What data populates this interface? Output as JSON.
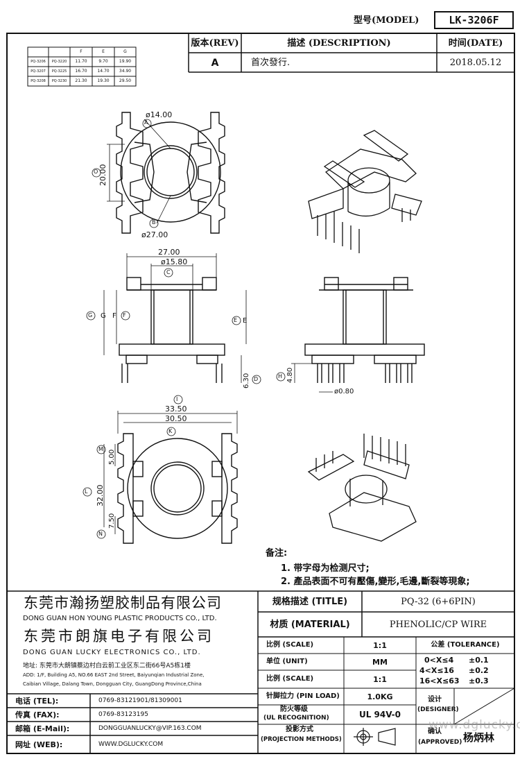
{
  "header": {
    "model_label": "型号(MODEL)",
    "model_value": "LK-3206F"
  },
  "revision": {
    "col_rev": "版本(REV)",
    "col_desc": "描述 (DESCRIPTION)",
    "col_date": "时间(DATE)",
    "rev": "A",
    "desc": "首次發行.",
    "date": "2018.05.12"
  },
  "variant_table": {
    "headers": [
      "",
      "",
      "F",
      "E",
      "G"
    ],
    "rows": [
      [
        "PQ-3206",
        "PQ-3220",
        "11.70",
        "9.70",
        "19.90"
      ],
      [
        "PQ-3207",
        "PQ-3225",
        "16.70",
        "14.70",
        "34.90"
      ],
      [
        "PQ-3208",
        "PQ-3230",
        "21.30",
        "19.30",
        "29.50"
      ]
    ]
  },
  "dimensions": {
    "top_view": {
      "d14": "ø14.00",
      "h20": "20.00",
      "d27": "ø27.00",
      "A": "A",
      "B": "B",
      "O": "O"
    },
    "front_view": {
      "w27": "27.00",
      "d15": "ø15.80",
      "C": "C",
      "G": "G",
      "F": "F",
      "E": "E",
      "g_lbl": "G",
      "f_lbl": "F",
      "e_lbl": "E",
      "d630": "6.30",
      "D": "D"
    },
    "side_view": {
      "h480": "4.80",
      "H": "H",
      "pin": "ø0.80"
    },
    "bottom_view": {
      "w3350": "33.50",
      "w3050": "30.50",
      "I": "I",
      "K": "K",
      "h500": "5.00",
      "M": "M",
      "h3200": "32.00",
      "L": "L",
      "h750": "7.50",
      "N": "N"
    }
  },
  "notes": {
    "title": "备注:",
    "items": [
      "1. 带字母为检测尺寸;",
      "2. 產品表面不可有壓傷,變形,毛邊,斷裂等現象;"
    ]
  },
  "company": {
    "name1_cn": "东莞市瀚扬塑胶制品有限公司",
    "name1_en": "DONG GUAN HON YOUNG PLASTIC PRODUCTS CO., LTD.",
    "name2_cn": "东莞市朗旗电子有限公司",
    "name2_en": "DONG GUAN LUCKY ELECTRONICS CO., LTD.",
    "address_cn": "地址: 东莞市大朗镇蔡边村白云前工业区东二街66号A5栋1楼",
    "address_en1": "ADD: 1/F, Building A5, NO.66 EAST 2nd Street, Baiyunqian Industrial Zone,",
    "address_en2": "Caibian Village, Dalang Town, Dongguan City, GuangDong Province,China"
  },
  "contacts": [
    {
      "label": "电话 (TEL):",
      "value": "0769-83121901/81309001"
    },
    {
      "label": "传真 (FAX):",
      "value": "0769-83123195"
    },
    {
      "label": "邮箱 (E-Mail):",
      "value": "DONGGUANLUCKY@VIP.163.COM"
    },
    {
      "label": "网址 (WEB):",
      "value": "WWW.DGLUCKY.COM"
    }
  ],
  "spec": {
    "title_label": "规格描述 (TITLE)",
    "title_value": "PQ-32 (6+6PIN)",
    "material_label": "材质 (MATERIAL)",
    "material_value": "PHENOLIC/CP WIRE",
    "scale_label": "比例 (SCALE)",
    "scale_value": "1:1",
    "tolerance_label": "公差 (TOLERANCE)",
    "unit_label": "单位 (UNIT)",
    "unit_value": "MM",
    "scale2_label": "比例 (SCALE)",
    "scale2_value": "1:1",
    "tol1": "0<X≤4",
    "tol1v": "±0.1",
    "tol2": "4<X≤16",
    "tol2v": "±0.2",
    "tol3": "16<X≤63",
    "tol3v": "±0.3",
    "pin_label": "针脚拉力 (PIN LOAD)",
    "pin_value": "1.0KG",
    "ul_label1": "防火等级",
    "ul_label2": "(UL RECOGNITION)",
    "ul_value": "UL 94V-0",
    "proj_label1": "投影方式",
    "proj_label2": "(PROJECTION METHODS)",
    "designer_label1": "设计",
    "designer_label2": "(DESIGNER)",
    "approved_label1": "确认",
    "approved_label2": "(APPROVED)",
    "approved_name": "杨炳林",
    "watermark": "www.dglucky.com"
  }
}
